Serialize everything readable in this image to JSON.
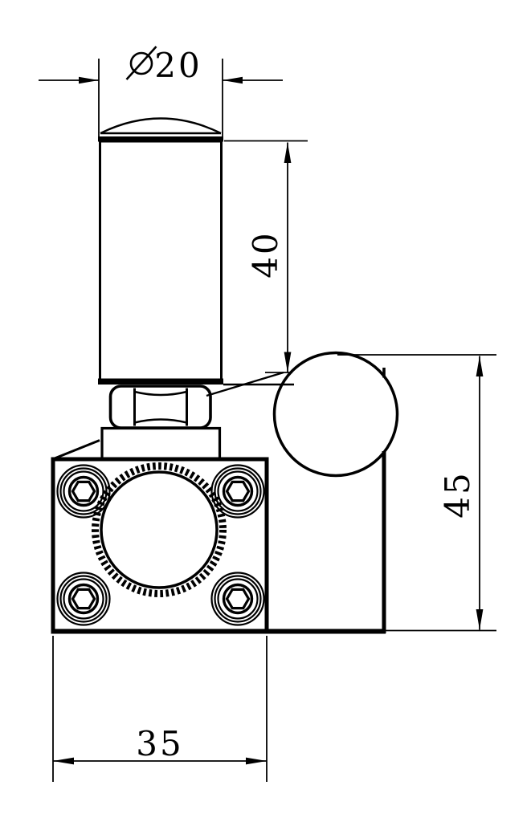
{
  "drawing": {
    "line_color": "#000000",
    "background_color": "#ffffff",
    "dimensions": {
      "diameter": {
        "symbol": "⌀",
        "value": "20"
      },
      "height": {
        "value": "40"
      },
      "side_height": {
        "value": "45"
      },
      "width": {
        "value": "35"
      }
    }
  }
}
